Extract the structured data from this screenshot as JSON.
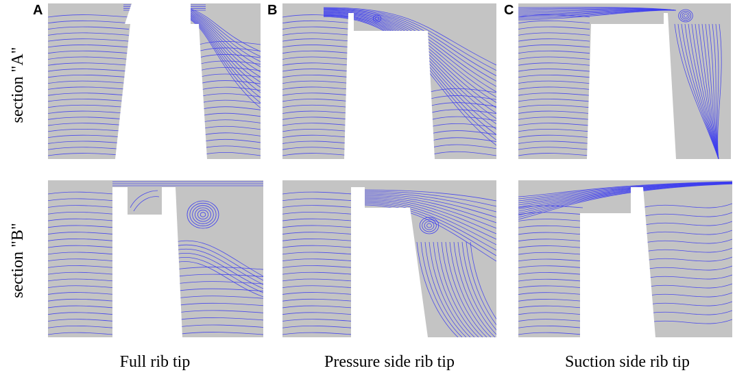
{
  "figure": {
    "panel_letters": [
      "A",
      "B",
      "C"
    ],
    "row_labels": [
      "section \"A\"",
      "section \"B\""
    ],
    "column_labels": [
      "Full rib tip",
      "Pressure side rib tip",
      "Suction side rib tip"
    ]
  },
  "colors": {
    "fluid": "#c4c4c4",
    "streamline": "#3b3bf0",
    "solid": "#ffffff",
    "background": "#ffffff"
  }
}
